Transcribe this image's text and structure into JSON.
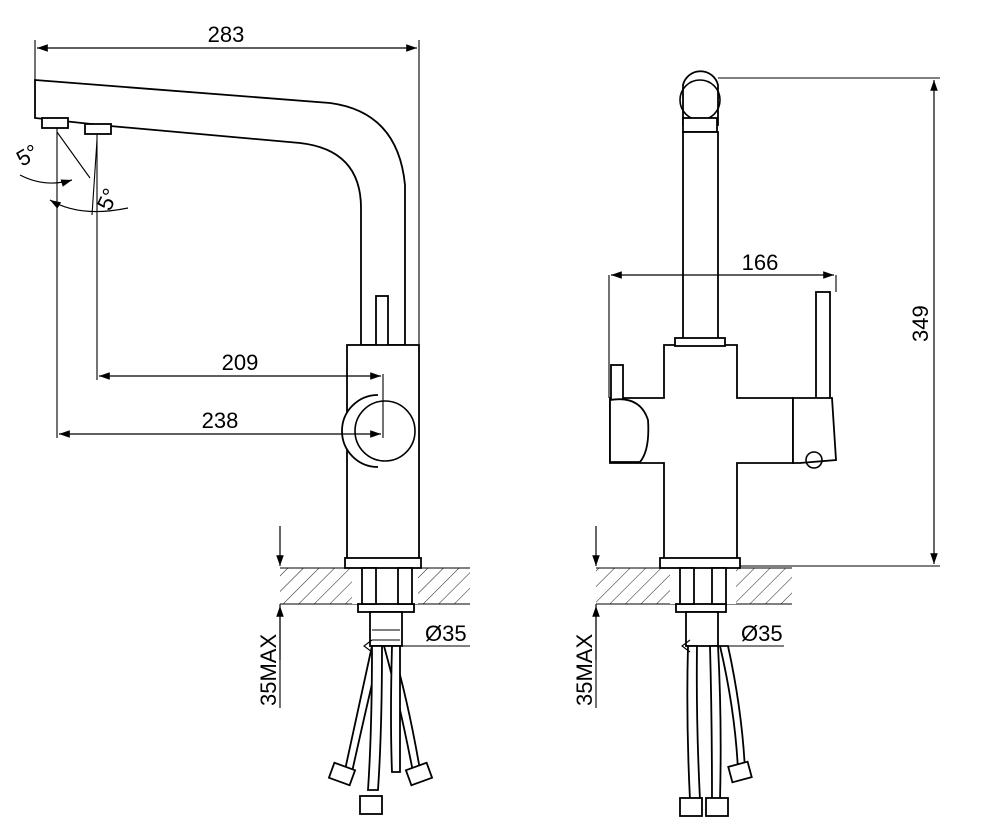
{
  "side_view": {
    "width_overall": "283",
    "reach_outer": "209",
    "reach_inner": "238",
    "angle_upper": "5°",
    "angle_lower": "5°",
    "hole_diameter": "Ø35",
    "deck_max": "35MAX"
  },
  "front_view": {
    "handles_width": "166",
    "height_overall": "349",
    "hole_diameter": "Ø35",
    "deck_max": "35MAX"
  }
}
